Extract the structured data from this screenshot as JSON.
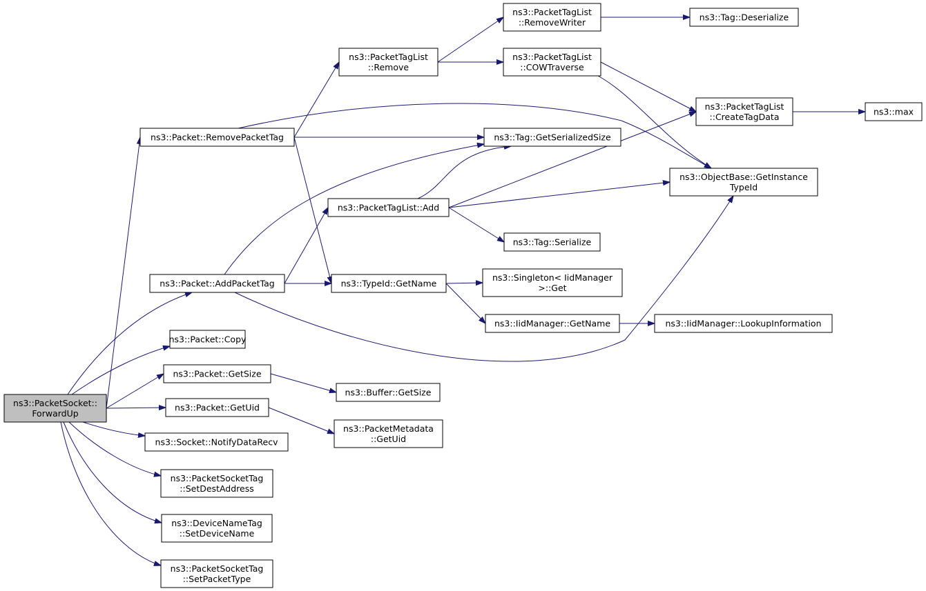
{
  "graph": {
    "edge_color": "#191970",
    "root_fill": "#bfbfbf",
    "nodes": [
      {
        "id": "fwd",
        "lines": [
          "ns3::PacketSocket::",
          "ForwardUp"
        ],
        "root": true
      },
      {
        "id": "rpt",
        "lines": [
          "ns3::Packet::RemovePacketTag"
        ]
      },
      {
        "id": "apt",
        "lines": [
          "ns3::Packet::AddPacketTag"
        ]
      },
      {
        "id": "copy",
        "lines": [
          "ns3::Packet::Copy"
        ]
      },
      {
        "id": "psize",
        "lines": [
          "ns3::Packet::GetSize"
        ]
      },
      {
        "id": "puid",
        "lines": [
          "ns3::Packet::GetUid"
        ]
      },
      {
        "id": "ndr",
        "lines": [
          "ns3::Socket::NotifyDataRecv"
        ]
      },
      {
        "id": "sda",
        "lines": [
          "ns3::PacketSocketTag",
          "::SetDestAddress"
        ]
      },
      {
        "id": "sdn",
        "lines": [
          "ns3::DeviceNameTag",
          "::SetDeviceName"
        ]
      },
      {
        "id": "spt",
        "lines": [
          "ns3::PacketSocketTag",
          "::SetPacketType"
        ]
      },
      {
        "id": "ptlrem",
        "lines": [
          "ns3::PacketTagList",
          "::Remove"
        ]
      },
      {
        "id": "ptladd",
        "lines": [
          "ns3::PacketTagList::Add"
        ]
      },
      {
        "id": "tgn",
        "lines": [
          "ns3::TypeId::GetName"
        ]
      },
      {
        "id": "bsize",
        "lines": [
          "ns3::Buffer::GetSize"
        ]
      },
      {
        "id": "pmuid",
        "lines": [
          "ns3::PacketMetadata",
          "::GetUid"
        ]
      },
      {
        "id": "rw",
        "lines": [
          "ns3::PacketTagList",
          "::RemoveWriter"
        ]
      },
      {
        "id": "cow",
        "lines": [
          "ns3::PacketTagList",
          "::COWTraverse"
        ]
      },
      {
        "id": "tgss",
        "lines": [
          "ns3::Tag::GetSerializedSize"
        ]
      },
      {
        "id": "tser",
        "lines": [
          "ns3::Tag::Serialize"
        ]
      },
      {
        "id": "sing",
        "lines": [
          "ns3::Singleton< IidManager",
          ">::Get"
        ]
      },
      {
        "id": "iidgn",
        "lines": [
          "ns3::IidManager::GetName"
        ]
      },
      {
        "id": "tdes",
        "lines": [
          "ns3::Tag::Deserialize"
        ]
      },
      {
        "id": "ctd",
        "lines": [
          "ns3::PacketTagList",
          "::CreateTagData"
        ]
      },
      {
        "id": "ogit",
        "lines": [
          "ns3::ObjectBase::GetInstance",
          "TypeId"
        ]
      },
      {
        "id": "iidli",
        "lines": [
          "ns3::IidManager::LookupInformation"
        ]
      },
      {
        "id": "max",
        "lines": [
          "ns3::max"
        ]
      }
    ],
    "edges": [
      [
        "fwd",
        "rpt"
      ],
      [
        "fwd",
        "apt"
      ],
      [
        "fwd",
        "copy"
      ],
      [
        "fwd",
        "psize"
      ],
      [
        "fwd",
        "puid"
      ],
      [
        "fwd",
        "ndr"
      ],
      [
        "fwd",
        "sda"
      ],
      [
        "fwd",
        "sdn"
      ],
      [
        "fwd",
        "spt"
      ],
      [
        "rpt",
        "ptlrem"
      ],
      [
        "rpt",
        "ogit"
      ],
      [
        "rpt",
        "tgss"
      ],
      [
        "rpt",
        "tgn"
      ],
      [
        "apt",
        "tgss"
      ],
      [
        "apt",
        "ptladd"
      ],
      [
        "apt",
        "tgn"
      ],
      [
        "apt",
        "ogit"
      ],
      [
        "ptlrem",
        "rw"
      ],
      [
        "ptlrem",
        "cow"
      ],
      [
        "rw",
        "tdes"
      ],
      [
        "cow",
        "ctd"
      ],
      [
        "cow",
        "ogit"
      ],
      [
        "ptladd",
        "tgss"
      ],
      [
        "ptladd",
        "ctd"
      ],
      [
        "ptladd",
        "ogit"
      ],
      [
        "ptladd",
        "tser"
      ],
      [
        "tgn",
        "sing"
      ],
      [
        "tgn",
        "iidgn"
      ],
      [
        "iidgn",
        "iidli"
      ],
      [
        "ctd",
        "max"
      ],
      [
        "psize",
        "bsize"
      ],
      [
        "puid",
        "pmuid"
      ]
    ]
  }
}
